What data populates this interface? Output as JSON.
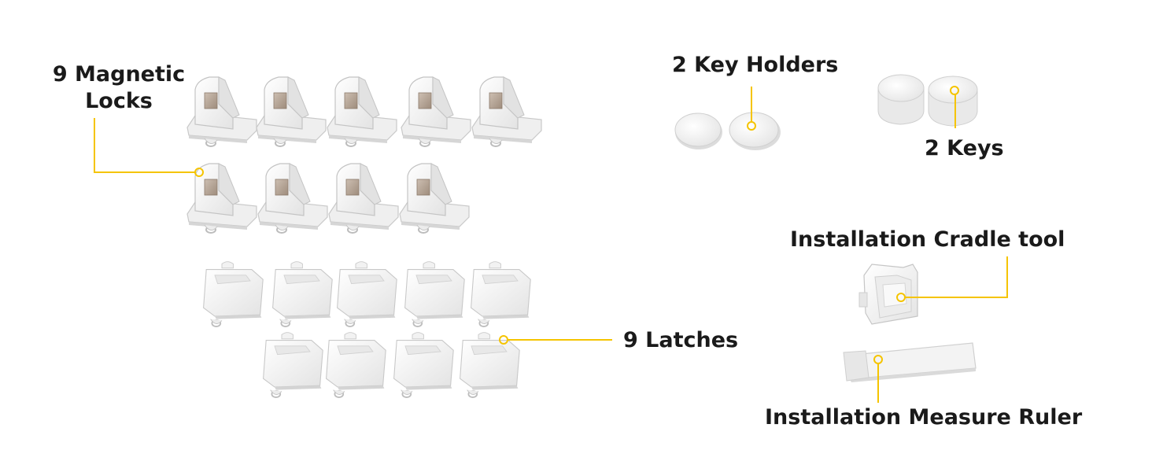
{
  "labels": {
    "magnetic_locks": "9 Magnetic Locks",
    "key_holders": "2 Key Holders",
    "keys": "2 Keys",
    "latches": "9 Latches",
    "cradle_tool": "Installation Cradle tool",
    "measure_ruler": "Installation Measure Ruler"
  },
  "counts": {
    "magnetic_locks": 9,
    "key_holders": 2,
    "keys": 2,
    "latches": 9,
    "cradle_tool": 1,
    "measure_ruler": 1
  },
  "colors": {
    "background": "#ffffff",
    "callout": "#f5c400",
    "text": "#1a1a1a",
    "part_white": "#f7f7f7",
    "part_shadow": "#d9d9d9",
    "magnet_window": "#b9a898"
  }
}
